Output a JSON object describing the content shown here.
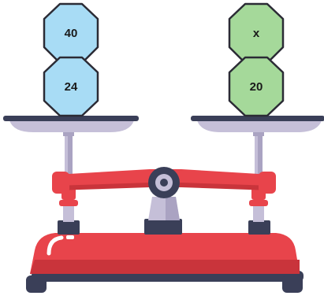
{
  "left_pan": {
    "weights": [
      {
        "label": "40"
      },
      {
        "label": "24"
      }
    ]
  },
  "right_pan": {
    "weights": [
      {
        "label": "x"
      },
      {
        "label": "20"
      }
    ]
  },
  "colors": {
    "left_weight_fill": "#a8dcf5",
    "right_weight_fill": "#a5d99a",
    "weight_stroke": "#2b2b35",
    "scale_red": "#e8444b",
    "scale_dark": "#3a3f58",
    "pan_fill": "#c5bfd8"
  }
}
